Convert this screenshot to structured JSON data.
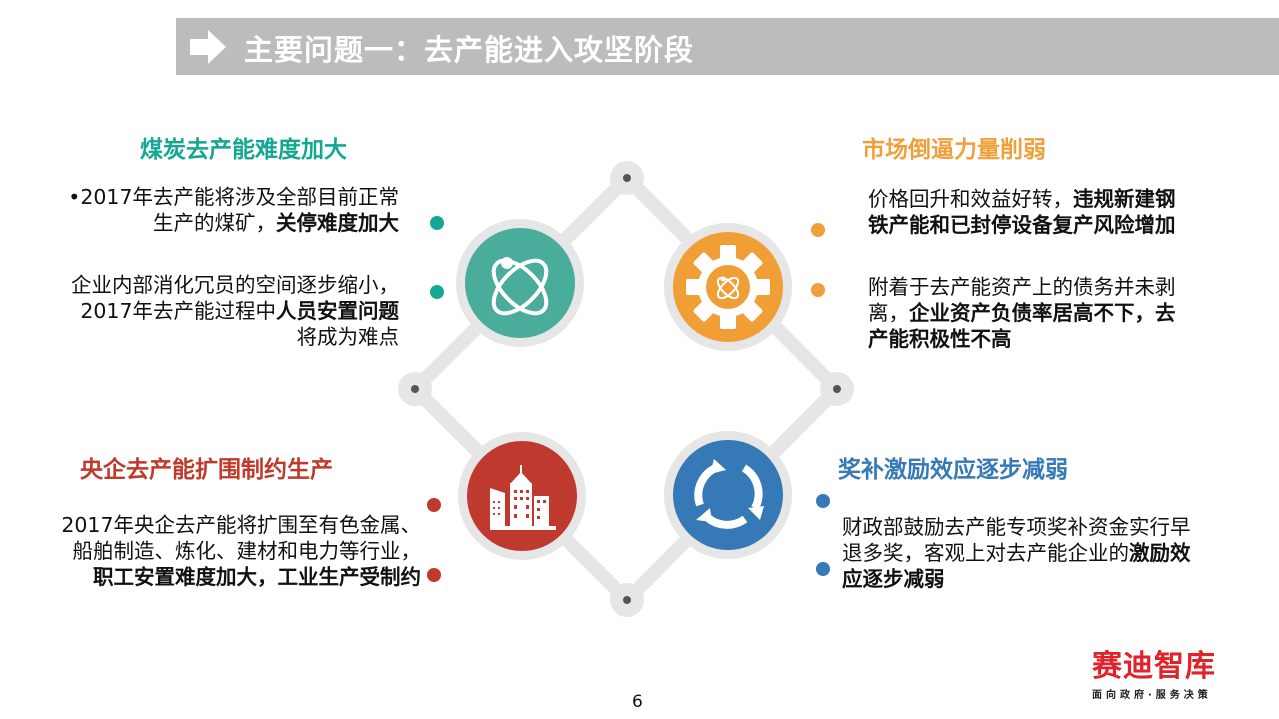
{
  "header": {
    "title": "主要问题一：去产能进入攻坚阶段",
    "icon": "arrow-right-icon",
    "bar_color": "#bcbcbc"
  },
  "quadrants": [
    {
      "id": "coal",
      "heading": "煤炭去产能难度加大",
      "color": "#14a894",
      "icon": "atom-icon",
      "icon_bg": "#4aac9b",
      "points": [
        {
          "lines": [
            [
              {
                "t": "•2017年去产能将涉及全部目前正常",
                "b": false
              }
            ],
            [
              {
                "t": "生产的煤矿，",
                "b": false
              },
              {
                "t": "关停难度加大",
                "b": true
              }
            ]
          ]
        },
        {
          "lines": [
            [
              {
                "t": "企业内部消化冗员的空间逐步缩小，",
                "b": false
              }
            ],
            [
              {
                "t": "2017年去产能过程中",
                "b": false
              },
              {
                "t": "人员安置问题",
                "b": true
              }
            ],
            [
              {
                "t": "将成为难点",
                "b": false
              }
            ]
          ]
        }
      ]
    },
    {
      "id": "market",
      "heading": "市场倒逼力量削弱",
      "color": "#f0a03a",
      "icon": "gear-atom-icon",
      "icon_bg": "#f09e36",
      "points": [
        {
          "lines": [
            [
              {
                "t": "价格回升和效益好转，",
                "b": false
              },
              {
                "t": "违规新建钢",
                "b": true
              }
            ],
            [
              {
                "t": "铁产能和已封停设备复产风险增加",
                "b": true
              }
            ]
          ]
        },
        {
          "lines": [
            [
              {
                "t": "附着于去产能资产上的债务并未剥",
                "b": false
              }
            ],
            [
              {
                "t": "离，",
                "b": false
              },
              {
                "t": "企业资产负债率居高不下，去",
                "b": true
              }
            ],
            [
              {
                "t": "产能积极性不高",
                "b": true
              }
            ]
          ]
        }
      ]
    },
    {
      "id": "soe",
      "heading": "央企去产能扩围制约生产",
      "color": "#c0392b",
      "icon": "buildings-icon",
      "icon_bg": "#c0392f",
      "points": [
        {
          "lines": [
            [
              {
                "t": "2017年央企去产能将扩围至有色金属、",
                "b": false
              }
            ],
            [
              {
                "t": "船舶制造、炼化、建材和电力等行业，",
                "b": false
              }
            ],
            [
              {
                "t": "职工安置难度加大，工业生产受制约",
                "b": true
              }
            ]
          ]
        }
      ]
    },
    {
      "id": "subsidy",
      "heading": "奖补激励效应逐步减弱",
      "color": "#3579b6",
      "icon": "refresh-cycle-icon",
      "icon_bg": "#3579b6",
      "points": [
        {
          "lines": [
            [
              {
                "t": "财政部鼓励去产能专项奖补资金实行早",
                "b": false
              }
            ],
            [
              {
                "t": "退多奖，客观上对去产能企业的",
                "b": false
              },
              {
                "t": "激励效",
                "b": true
              }
            ],
            [
              {
                "t": "应逐步减弱",
                "b": true
              }
            ]
          ]
        }
      ]
    }
  ],
  "page_number": "6",
  "logo": {
    "name": "赛迪智库",
    "tagline": "面向政府·服务决策",
    "color": "#e2222a"
  }
}
